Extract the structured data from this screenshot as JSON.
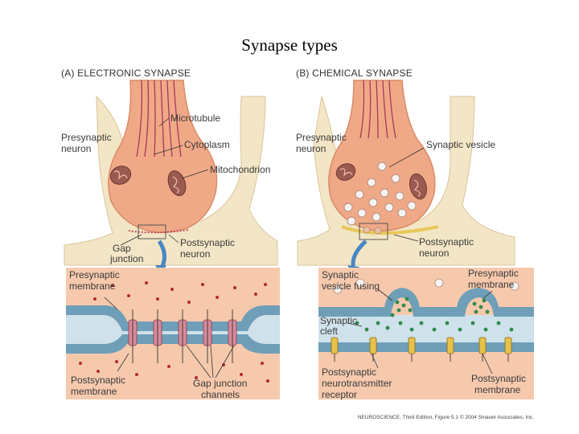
{
  "title": "Synapse types",
  "panel_a": {
    "header": "(A)  ELECTRONIC SYNAPSE",
    "labels": {
      "microtubule": "Microtubule",
      "presynaptic_neuron_1": "Presynaptic",
      "presynaptic_neuron_2": "neuron",
      "cytoplasm": "Cytoplasm",
      "mitochondrion": "Mitochondrion",
      "gap_junction_1": "Gap",
      "gap_junction_2": "junction",
      "postsynaptic_neuron_1": "Postsynaptic",
      "postsynaptic_neuron_2": "neuron",
      "presynaptic_membrane_1": "Presynaptic",
      "presynaptic_membrane_2": "membrane",
      "postsynaptic_membrane_1": "Postsynaptic",
      "postsynaptic_membrane_2": "membrane",
      "gap_junction_channels_1": "Gap junction",
      "gap_junction_channels_2": "channels"
    }
  },
  "panel_b": {
    "header": "(B)  CHEMICAL SYNAPSE",
    "labels": {
      "presynaptic_neuron_1": "Presynaptic",
      "presynaptic_neuron_2": "neuron",
      "synaptic_vesicle": "Synaptic vesicle",
      "postsynaptic_neuron_1": "Postsynaptic",
      "postsynaptic_neuron_2": "neuron",
      "vesicle_fusing_1": "Synaptic",
      "vesicle_fusing_2": "vesicle fusing",
      "presynaptic_membrane_1": "Presynaptic",
      "presynaptic_membrane_2": "membrane",
      "synaptic_cleft_1": "Synaptic",
      "synaptic_cleft_2": "cleft",
      "receptor_1": "Postsynaptic",
      "receptor_2": "neurotransmitter",
      "receptor_3": "receptor",
      "postsynaptic_membrane_1": "Postsynaptic",
      "postsynaptic_membrane_2": "membrane"
    }
  },
  "credit": "NEUROSCIENCE, Third Edition, Figure 5.1  © 2004 Sinauer Associates, Inc.",
  "colors": {
    "neuron": "#f0a987",
    "neuron_dark": "#d98a66",
    "glia": "#f3e6c6",
    "zoom_bg": "#f6c9ad",
    "membrane_blue": "#6f9fb8",
    "cleft": "#cfe1ea",
    "ion": "#b22a2a",
    "vesicle_green": "#2e8b4a",
    "mito": "#9a5a50",
    "callout": "#4a86c5"
  }
}
